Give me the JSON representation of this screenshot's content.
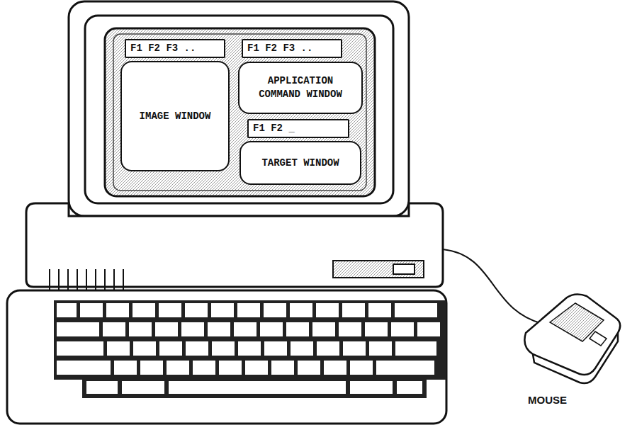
{
  "diagram": {
    "nodes": [
      {
        "text": [
          "F1 F2 F3 .."
        ]
      },
      {
        "text": [
          "IMAGE WINDOW"
        ]
      },
      {
        "text": [
          "F1 F2 F3 .."
        ]
      },
      {
        "text": [
          "APPLICATION COMMAND WINDOW"
        ]
      },
      {
        "text": [
          "F1 F2 _"
        ]
      },
      {
        "text": [
          "TARGET WINDOW"
        ]
      }
    ],
    "labels": [
      "MOUSE"
    ]
  }
}
